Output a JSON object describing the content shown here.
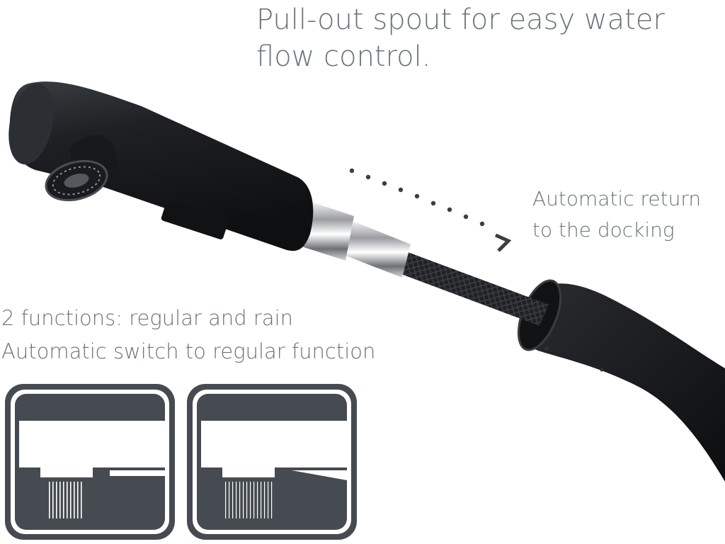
{
  "headline": {
    "line1": "Pull-out spout for easy water",
    "line2": "flow control."
  },
  "docking_label": {
    "line1": "Automatic return",
    "line2": "to the docking"
  },
  "functions_label": {
    "line1": "2 functions: regular and rain",
    "line2": "Automatic switch to regular function"
  },
  "icons": [
    {
      "name": "regular-function-icon"
    },
    {
      "name": "rain-function-icon"
    }
  ],
  "colors": {
    "text": "#6b7379",
    "faucet": "#1c1e21",
    "icon_background": "#454b50",
    "chrome": "#c8c9cc"
  }
}
